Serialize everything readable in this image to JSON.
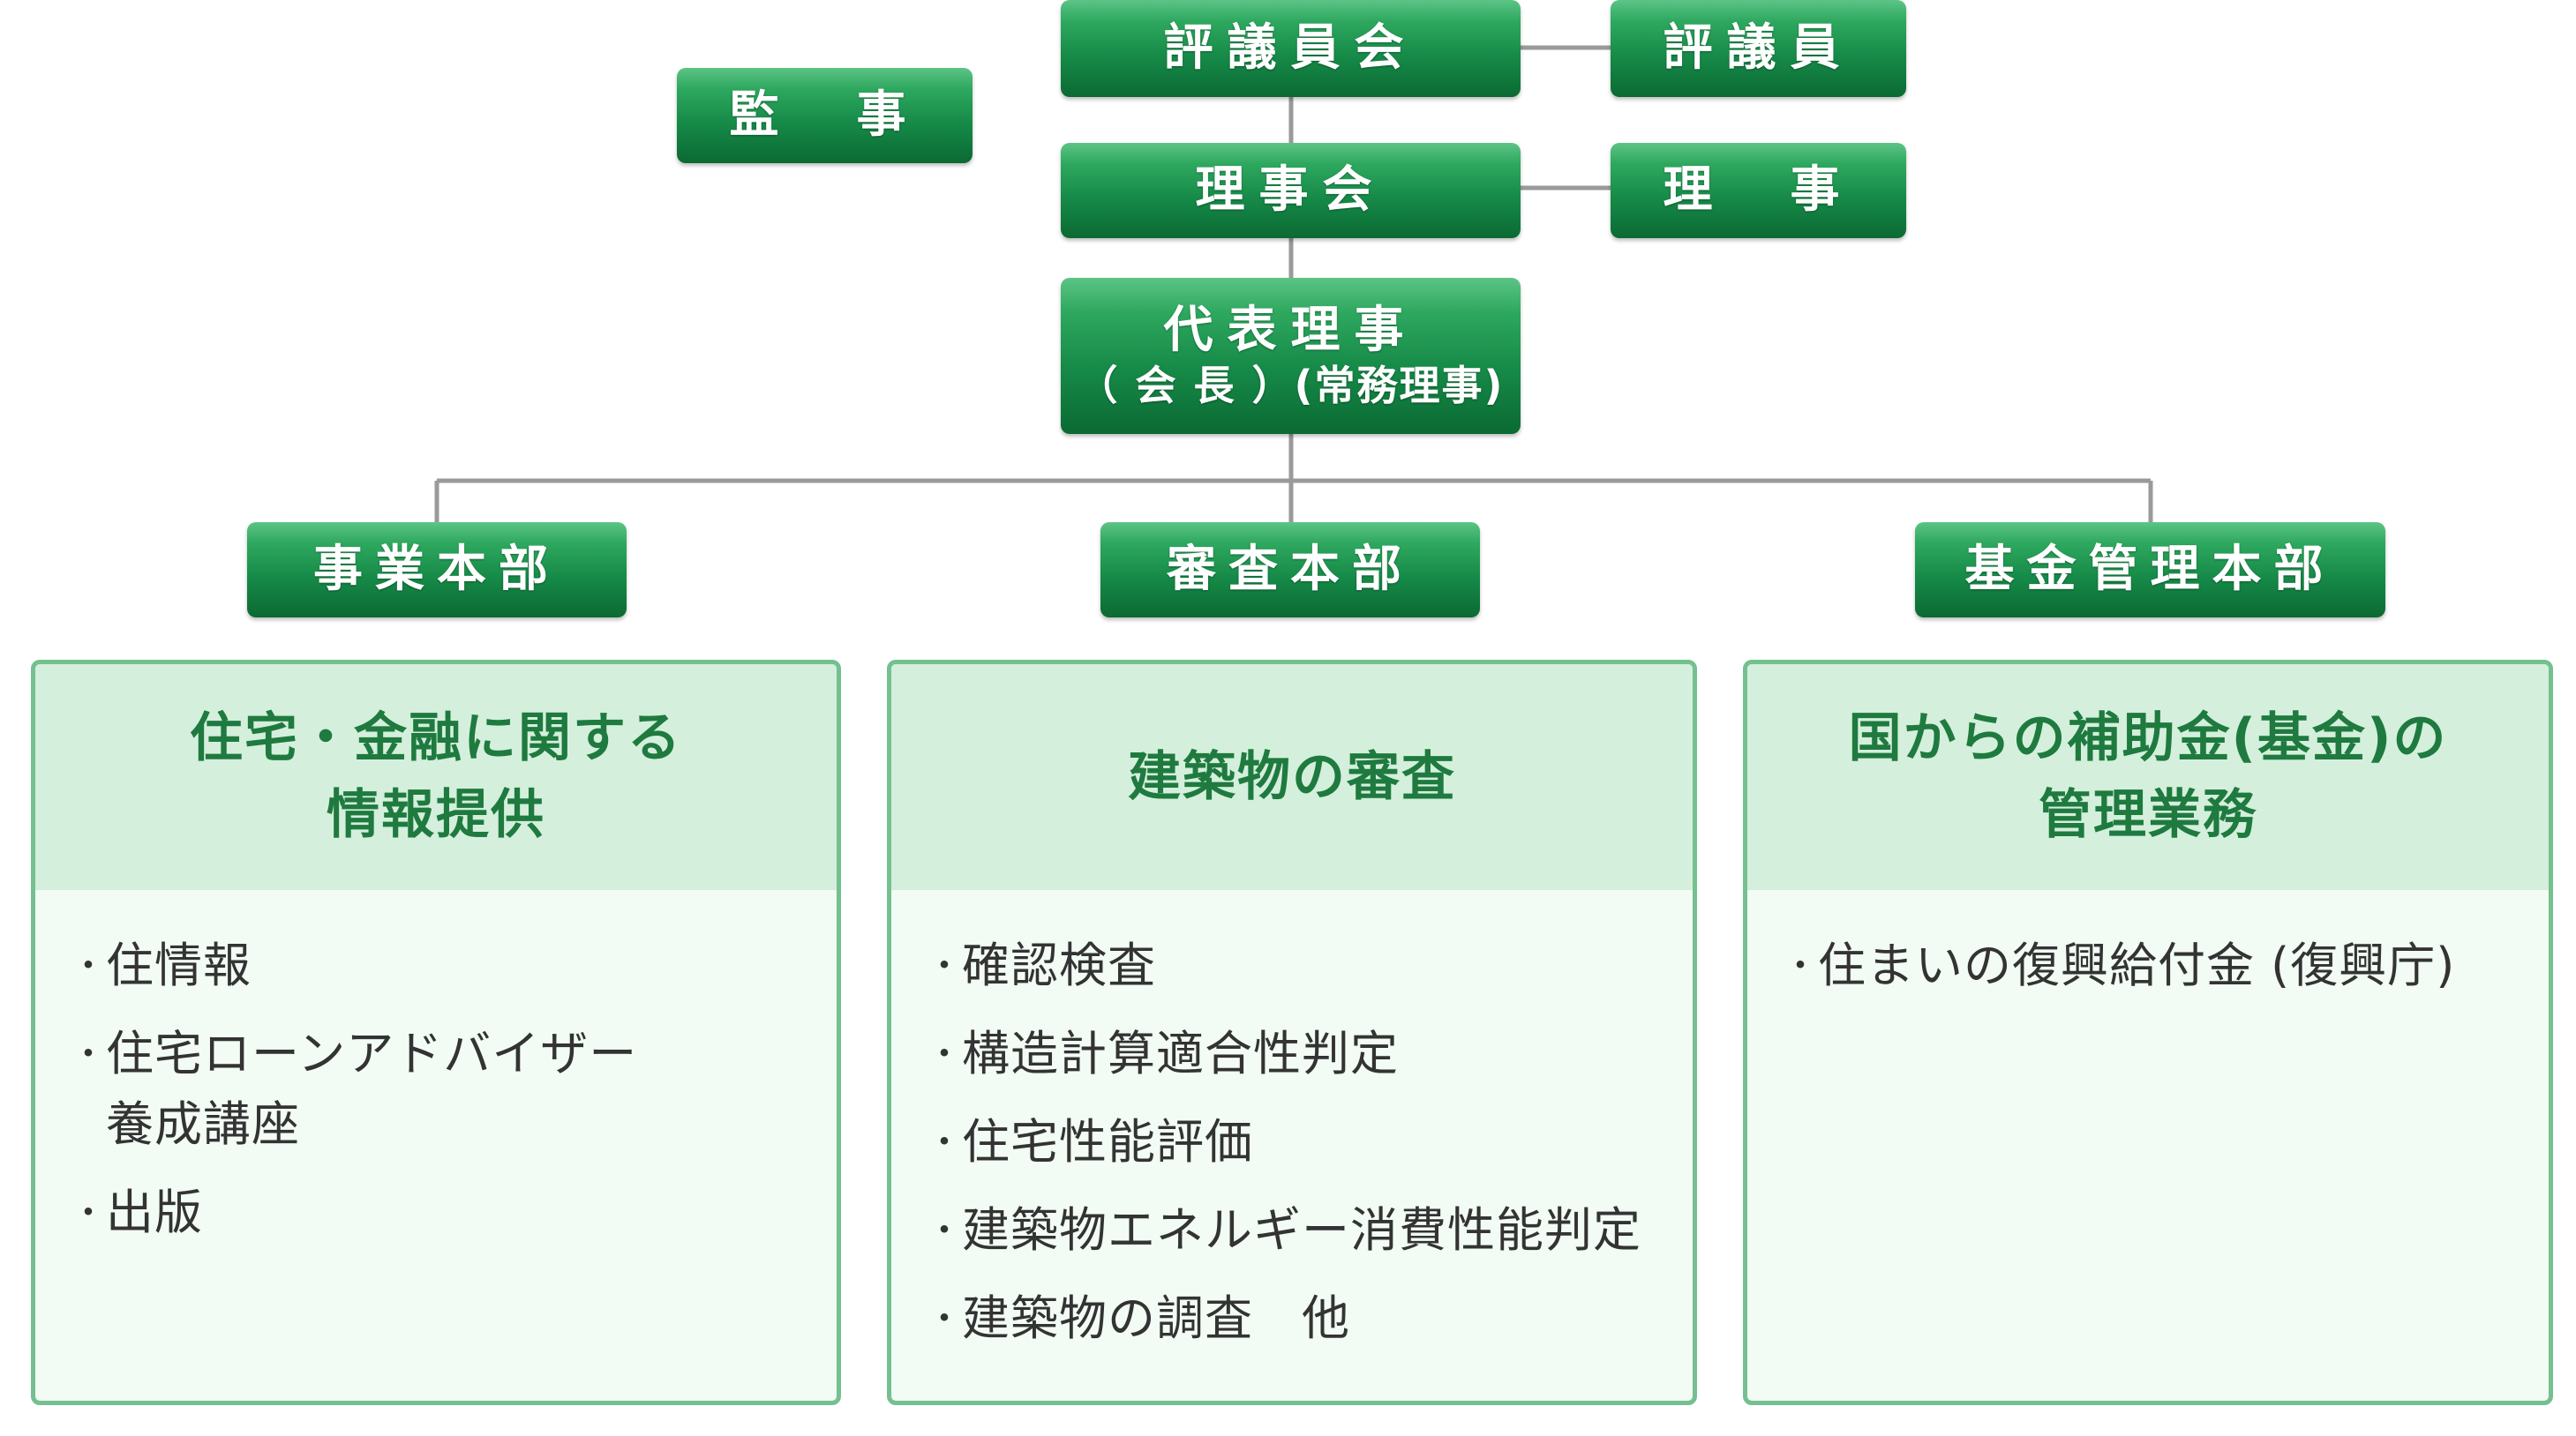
{
  "org_chart": {
    "auditor": "監　事",
    "councilors_board": "評議員会",
    "councilors": "評議員",
    "board_of_directors": "理事会",
    "directors": "理　事",
    "representative_director": "代表理事",
    "representative_director_sub": "（ 会 長 ）(常務理事)",
    "divisions": [
      {
        "name": "事業本部",
        "heading": "住宅・金融に関する\n情報提供",
        "items": [
          "住情報",
          "住宅ローンアドバイザー\n養成講座",
          "出版"
        ]
      },
      {
        "name": "審査本部",
        "heading": "建築物の審査",
        "items": [
          "確認検査",
          "構造計算適合性判定",
          "住宅性能評価",
          "建築物エネルギー消費性能判定",
          "建築物の調査　他"
        ]
      },
      {
        "name": "基金管理本部",
        "heading": "国からの補助金(基金)の\n管理業務",
        "items": [
          "住まいの復興給付金 (復興庁)"
        ]
      }
    ]
  },
  "colors": {
    "node_gradient_top": "#5cc486",
    "node_gradient_bottom": "#0b6a33",
    "connector": "#9a9a9a",
    "panel_border": "#74c08f",
    "panel_head_bg": "#d4efdc",
    "panel_body_bg": "#f2fbf4",
    "panel_head_text": "#1f7a3f"
  },
  "bullet_glyph": "・"
}
